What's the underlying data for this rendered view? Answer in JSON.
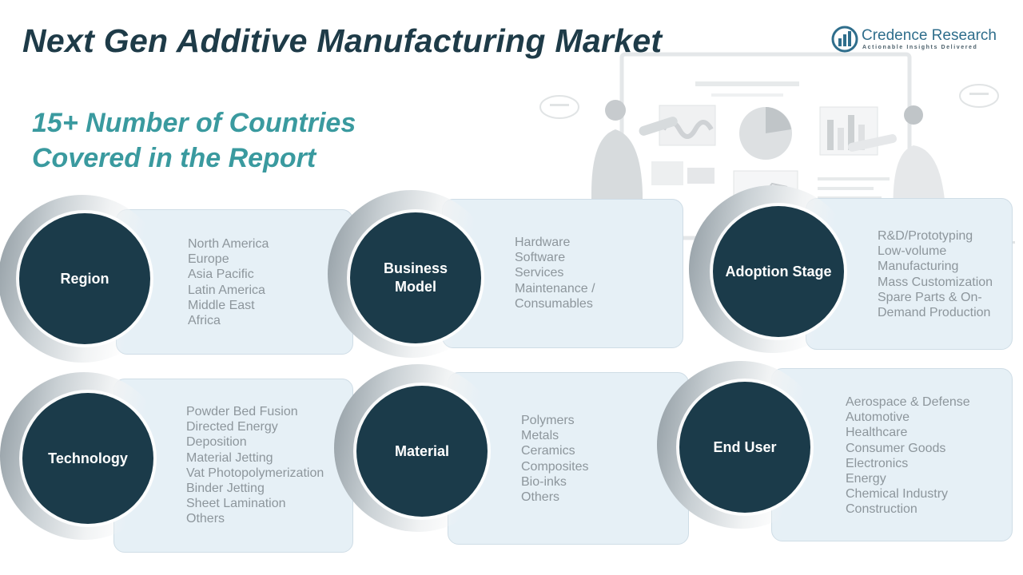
{
  "header": {
    "title": "Next Gen Additive Manufacturing Market",
    "subtitle_line1": "15+ Number of Countries",
    "subtitle_line2": "Covered in the Report"
  },
  "brand": {
    "name": "Credence Research",
    "tagline": "Actionable Insights Delivered",
    "logo_icon": "credence-logo-icon"
  },
  "segments": [
    {
      "label": "Region",
      "items": [
        "North America",
        "Europe",
        "Asia Pacific",
        "Latin America",
        "Middle East",
        "Africa"
      ]
    },
    {
      "label": "Business Model",
      "items": [
        "Hardware",
        "Software",
        "Services",
        "Maintenance /",
        "Consumables"
      ]
    },
    {
      "label": "Adoption Stage",
      "items": [
        "R&D/Prototyping",
        "Low-volume",
        "Manufacturing",
        "Mass Customization",
        "Spare Parts & On-",
        "Demand Production"
      ]
    },
    {
      "label": "Technology",
      "items": [
        "Powder Bed Fusion",
        "Directed Energy",
        "Deposition",
        "Material Jetting",
        "Vat Photopolymerization",
        "Binder Jetting",
        "Sheet Lamination",
        "Others"
      ]
    },
    {
      "label": "Material",
      "items": [
        "Polymers",
        "Metals",
        "Ceramics",
        "Composites",
        "Bio-inks",
        "Others"
      ]
    },
    {
      "label": "End User",
      "items": [
        "Aerospace & Defense",
        "Automotive",
        "Healthcare",
        "Consumer Goods",
        "Electronics",
        "Energy",
        "Chemical Industry",
        "Construction"
      ]
    }
  ],
  "colors": {
    "circle": "#1b3b4a",
    "card": "#e6f0f6",
    "title": "#1e3b48",
    "subtitle": "#3a9a9f",
    "item_text": "#8d969c"
  }
}
